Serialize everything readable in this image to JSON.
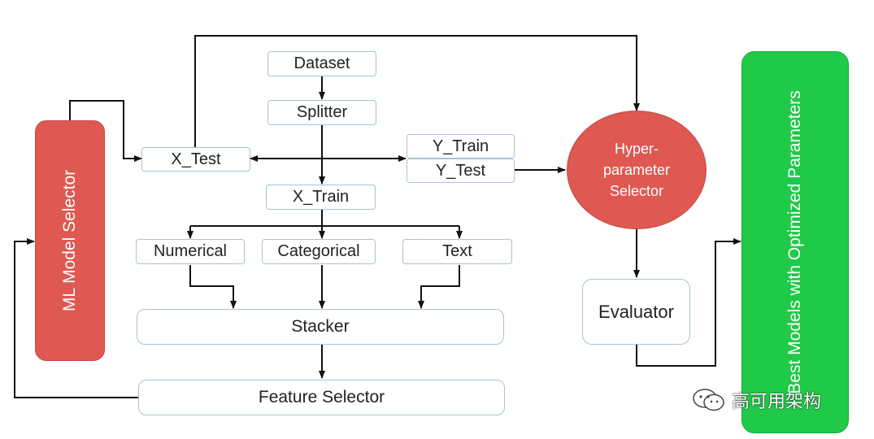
{
  "nodes": {
    "dataset": "Dataset",
    "splitter": "Splitter",
    "x_test": "X_Test",
    "y_train": "Y_Train",
    "y_test": "Y_Test",
    "x_train": "X_Train",
    "numerical": "Numerical",
    "categorical": "Categorical",
    "text": "Text",
    "stacker": "Stacker",
    "feature_selector": "Feature Selector",
    "evaluator": "Evaluator",
    "hyperparameter_selector": "Hyper-\nparameter\nSelector",
    "ml_model_selector": "ML Model Selector",
    "best_models": "Best Models with Optimized Parameters"
  },
  "watermark": {
    "text": "高可用架构",
    "icon": "wechat-icon"
  },
  "colors": {
    "red": "#df5852",
    "green": "#1fca48",
    "box_border": "#a8c3d6",
    "arrow": "#111111"
  }
}
